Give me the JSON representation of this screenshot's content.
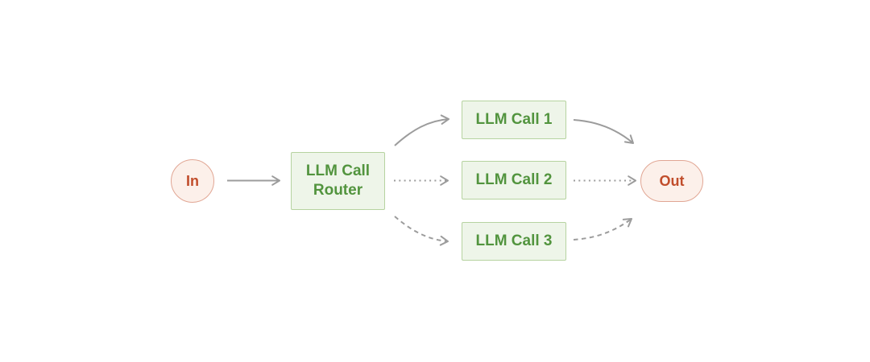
{
  "diagram": {
    "type": "workflow-routing-diagram",
    "nodes": {
      "in": {
        "label": "In",
        "shape": "ellipse"
      },
      "router": {
        "label_line1": "LLM Call",
        "label_line2": "Router",
        "shape": "rect"
      },
      "call1": {
        "label": "LLM Call 1",
        "shape": "rect"
      },
      "call2": {
        "label": "LLM Call 2",
        "shape": "rect"
      },
      "call3": {
        "label": "LLM Call 3",
        "shape": "rect"
      },
      "out": {
        "label": "Out",
        "shape": "ellipse"
      }
    },
    "edges": [
      {
        "from": "in",
        "to": "router",
        "style": "solid"
      },
      {
        "from": "router",
        "to": "call1",
        "style": "solid"
      },
      {
        "from": "router",
        "to": "call2",
        "style": "dotted"
      },
      {
        "from": "router",
        "to": "call3",
        "style": "dashed"
      },
      {
        "from": "call1",
        "to": "out",
        "style": "solid"
      },
      {
        "from": "call2",
        "to": "out",
        "style": "dotted"
      },
      {
        "from": "call3",
        "to": "out",
        "style": "dashed"
      }
    ],
    "colors": {
      "background": "#ffffff",
      "node_green_fill": "#eef5e9",
      "node_green_border": "#b6d3a0",
      "node_green_text": "#52943e",
      "node_red_fill": "#fcf0ea",
      "node_red_border": "#e1a694",
      "node_red_text": "#c14d2b",
      "arrow": "#9c9c9c"
    }
  }
}
